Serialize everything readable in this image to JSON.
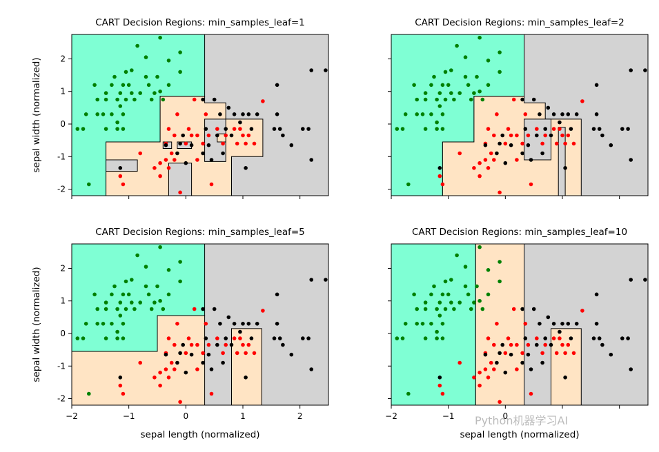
{
  "colors": {
    "setosa_region": "#7fffd4",
    "versicolor_region": "#ffe4c4",
    "virginica_region": "#d3d3d3",
    "setosa_point": "#008000",
    "versicolor_point": "#ff0000",
    "virginica_point": "#000000"
  },
  "watermark": "Python机器学习AI",
  "chart_data": [
    {
      "type": "scatter",
      "title": "CART Decision Regions: min_samples_leaf=1",
      "xlabel": "",
      "ylabel": "sepal width (normalized)",
      "xlim": [
        -2.0,
        2.5
      ],
      "ylim": [
        -2.2,
        2.75
      ],
      "xticks": [],
      "yticks": [
        "-2",
        "-1",
        "0",
        "1",
        "2"
      ],
      "background_region": "virginica",
      "regions": [
        {
          "class": "setosa",
          "polygon": [
            [
              -2.0,
              -2.2
            ],
            [
              -1.4,
              -2.2
            ],
            [
              -1.4,
              -0.55
            ],
            [
              -0.45,
              -0.55
            ],
            [
              -0.45,
              0.85
            ],
            [
              0.33,
              0.85
            ],
            [
              0.33,
              2.75
            ],
            [
              -2.0,
              2.75
            ]
          ]
        },
        {
          "class": "versicolor",
          "polygon": [
            [
              -1.4,
              -2.2
            ],
            [
              -1.4,
              -0.55
            ],
            [
              -0.45,
              -0.55
            ],
            [
              -0.45,
              0.85
            ],
            [
              0.33,
              0.85
            ],
            [
              0.33,
              0.65
            ],
            [
              0.7,
              0.65
            ],
            [
              0.7,
              0.15
            ],
            [
              1.35,
              0.15
            ],
            [
              1.35,
              -1.0
            ],
            [
              0.8,
              -1.0
            ],
            [
              0.8,
              -2.2
            ]
          ]
        },
        {
          "class": "virginica",
          "polygon": [
            [
              0.33,
              0.15
            ],
            [
              0.7,
              0.15
            ],
            [
              0.7,
              -1.15
            ],
            [
              0.33,
              -1.15
            ]
          ]
        },
        {
          "class": "versicolor",
          "polygon": [
            [
              0.55,
              -0.3
            ],
            [
              0.7,
              -0.3
            ],
            [
              0.7,
              -0.55
            ],
            [
              0.55,
              -0.55
            ]
          ]
        },
        {
          "class": "virginica",
          "polygon": [
            [
              -1.4,
              -1.1
            ],
            [
              -0.85,
              -1.1
            ],
            [
              -0.85,
              -1.45
            ],
            [
              -1.4,
              -1.45
            ]
          ]
        },
        {
          "class": "virginica",
          "polygon": [
            [
              -0.3,
              -1.2
            ],
            [
              0.1,
              -1.2
            ],
            [
              0.1,
              -2.2
            ],
            [
              -0.3,
              -2.2
            ]
          ]
        },
        {
          "class": "virginica",
          "polygon": [
            [
              -0.4,
              -0.55
            ],
            [
              -0.25,
              -0.55
            ],
            [
              -0.25,
              -0.75
            ],
            [
              -0.4,
              -0.75
            ]
          ]
        },
        {
          "class": "virginica",
          "polygon": [
            [
              -0.15,
              -0.55
            ],
            [
              0.1,
              -0.55
            ],
            [
              0.1,
              -0.75
            ],
            [
              -0.15,
              -0.75
            ]
          ]
        }
      ],
      "points": "shared"
    },
    {
      "type": "scatter",
      "title": "CART Decision Regions: min_samples_leaf=2",
      "xlabel": "",
      "ylabel": "",
      "xlim": [
        -2.0,
        2.5
      ],
      "ylim": [
        -2.2,
        2.75
      ],
      "xticks": [],
      "yticks": [],
      "background_region": "virginica",
      "regions": [
        {
          "class": "setosa",
          "polygon": [
            [
              -2.0,
              -2.2
            ],
            [
              -1.1,
              -2.2
            ],
            [
              -1.1,
              -0.55
            ],
            [
              -0.55,
              -0.55
            ],
            [
              -0.55,
              0.85
            ],
            [
              0.33,
              0.85
            ],
            [
              0.33,
              2.75
            ],
            [
              -2.0,
              2.75
            ]
          ]
        },
        {
          "class": "versicolor",
          "polygon": [
            [
              -1.1,
              -2.2
            ],
            [
              -1.1,
              -0.55
            ],
            [
              -0.55,
              -0.55
            ],
            [
              -0.55,
              0.85
            ],
            [
              0.33,
              0.85
            ],
            [
              0.33,
              0.65
            ],
            [
              0.7,
              0.65
            ],
            [
              0.7,
              0.15
            ],
            [
              1.33,
              0.15
            ],
            [
              1.33,
              -2.2
            ]
          ]
        },
        {
          "class": "virginica",
          "polygon": [
            [
              0.33,
              0.15
            ],
            [
              0.8,
              0.15
            ],
            [
              0.8,
              -1.1
            ],
            [
              0.33,
              -1.1
            ]
          ]
        },
        {
          "class": "virginica",
          "polygon": [
            [
              0.93,
              -0.1
            ],
            [
              1.05,
              -0.1
            ],
            [
              1.05,
              -2.2
            ],
            [
              0.93,
              -2.2
            ]
          ]
        }
      ],
      "points": "shared"
    },
    {
      "type": "scatter",
      "title": "CART Decision Regions: min_samples_leaf=5",
      "xlabel": "sepal length (normalized)",
      "ylabel": "sepal width (normalized)",
      "xlim": [
        -2.0,
        2.5
      ],
      "ylim": [
        -2.2,
        2.75
      ],
      "xticks": [
        "−2",
        "−1",
        "0",
        "1",
        "2"
      ],
      "yticks": [
        "-2",
        "-1",
        "0",
        "1",
        "2"
      ],
      "background_region": "virginica",
      "regions": [
        {
          "class": "setosa",
          "polygon": [
            [
              -2.0,
              -0.55
            ],
            [
              -0.5,
              -0.55
            ],
            [
              -0.5,
              0.55
            ],
            [
              0.33,
              0.55
            ],
            [
              0.33,
              2.75
            ],
            [
              -2.0,
              2.75
            ]
          ]
        },
        {
          "class": "versicolor",
          "polygon": [
            [
              -2.0,
              -2.2
            ],
            [
              -2.0,
              -0.55
            ],
            [
              -0.5,
              -0.55
            ],
            [
              -0.5,
              0.55
            ],
            [
              0.33,
              0.55
            ],
            [
              0.33,
              -2.2
            ]
          ]
        },
        {
          "class": "versicolor",
          "polygon": [
            [
              0.8,
              0.15
            ],
            [
              1.33,
              0.15
            ],
            [
              1.33,
              -2.2
            ],
            [
              0.8,
              -2.2
            ]
          ]
        }
      ],
      "points": "shared"
    },
    {
      "type": "scatter",
      "title": "CART Decision Regions: min_samples_leaf=10",
      "xlabel": "sepal length (normalized)",
      "ylabel": "",
      "xlim": [
        -2.0,
        2.5
      ],
      "ylim": [
        -2.2,
        2.75
      ],
      "xticks": [
        "−2",
        "−1",
        "0",
        "",
        ""
      ],
      "yticks": [],
      "background_region": "virginica",
      "regions": [
        {
          "class": "setosa",
          "polygon": [
            [
              -2.0,
              -2.2
            ],
            [
              -0.52,
              -2.2
            ],
            [
              -0.52,
              2.75
            ],
            [
              -2.0,
              2.75
            ]
          ]
        },
        {
          "class": "versicolor",
          "polygon": [
            [
              -0.52,
              -2.2
            ],
            [
              0.33,
              -2.2
            ],
            [
              0.33,
              2.75
            ],
            [
              -0.52,
              2.75
            ]
          ]
        },
        {
          "class": "versicolor",
          "polygon": [
            [
              0.8,
              0.15
            ],
            [
              1.33,
              0.15
            ],
            [
              1.33,
              -2.2
            ],
            [
              0.8,
              -2.2
            ]
          ]
        }
      ],
      "points": "shared"
    }
  ],
  "points": {
    "setosa": [
      [
        -1.9,
        -0.15
      ],
      [
        -1.8,
        -0.15
      ],
      [
        -1.75,
        0.3
      ],
      [
        -1.7,
        -1.85
      ],
      [
        -1.6,
        1.2
      ],
      [
        -1.55,
        0.75
      ],
      [
        -1.55,
        0.3
      ],
      [
        -1.45,
        0.3
      ],
      [
        -1.4,
        -0.15
      ],
      [
        -1.4,
        0.75
      ],
      [
        -1.4,
        0.95
      ],
      [
        -1.3,
        1.2
      ],
      [
        -1.3,
        0.3
      ],
      [
        -1.25,
        1.45
      ],
      [
        -1.2,
        0.75
      ],
      [
        -1.2,
        0.05
      ],
      [
        -1.2,
        -0.15
      ],
      [
        -1.15,
        0.95
      ],
      [
        -1.15,
        0.55
      ],
      [
        -1.1,
        1.2
      ],
      [
        -1.1,
        0.3
      ],
      [
        -1.1,
        -0.15
      ],
      [
        -1.05,
        1.6
      ],
      [
        -1.05,
        0.75
      ],
      [
        -1.0,
        1.2
      ],
      [
        -0.95,
        0.95
      ],
      [
        -0.95,
        1.65
      ],
      [
        -0.9,
        0.75
      ],
      [
        -0.85,
        2.4
      ],
      [
        -0.8,
        0.95
      ],
      [
        -0.7,
        1.45
      ],
      [
        -0.7,
        2.05
      ],
      [
        -0.65,
        1.2
      ],
      [
        -0.6,
        0.75
      ],
      [
        -0.55,
        0.95
      ],
      [
        -0.5,
        1.45
      ],
      [
        -0.45,
        2.65
      ],
      [
        -0.45,
        1.0
      ],
      [
        -0.4,
        0.75
      ],
      [
        -0.3,
        1.2
      ],
      [
        -0.3,
        1.95
      ],
      [
        -0.1,
        1.6
      ],
      [
        -0.1,
        2.2
      ]
    ],
    "versicolor": [
      [
        -1.15,
        -1.6
      ],
      [
        -1.1,
        -1.85
      ],
      [
        -0.8,
        -0.9
      ],
      [
        -0.55,
        -1.35
      ],
      [
        -0.45,
        -1.2
      ],
      [
        -0.45,
        -1.6
      ],
      [
        -0.35,
        -0.6
      ],
      [
        -0.35,
        -1.1
      ],
      [
        -0.3,
        -1.35
      ],
      [
        -0.3,
        -0.15
      ],
      [
        -0.25,
        -0.9
      ],
      [
        -0.2,
        -1.1
      ],
      [
        -0.2,
        -0.35
      ],
      [
        -0.15,
        0.3
      ],
      [
        -0.1,
        -2.1
      ],
      [
        0.0,
        -0.6
      ],
      [
        0.05,
        -0.15
      ],
      [
        0.1,
        -0.35
      ],
      [
        0.15,
        0.75
      ],
      [
        0.2,
        -1.1
      ],
      [
        0.2,
        -0.35
      ],
      [
        0.3,
        -0.6
      ],
      [
        0.35,
        0.3
      ],
      [
        0.4,
        -0.35
      ],
      [
        0.45,
        -1.85
      ],
      [
        0.55,
        -0.15
      ],
      [
        0.65,
        -0.6
      ],
      [
        0.7,
        -0.35
      ],
      [
        0.85,
        -0.15
      ],
      [
        0.9,
        -0.6
      ],
      [
        0.95,
        -0.15
      ],
      [
        1.0,
        -0.35
      ],
      [
        1.05,
        -0.6
      ],
      [
        1.1,
        -0.35
      ],
      [
        1.2,
        -0.6
      ],
      [
        1.35,
        0.7
      ]
    ],
    "virginica": [
      [
        -1.15,
        -1.35
      ],
      [
        -0.35,
        -0.65
      ],
      [
        -0.15,
        -0.9
      ],
      [
        -0.1,
        -0.6
      ],
      [
        -0.05,
        -0.35
      ],
      [
        0.0,
        -1.2
      ],
      [
        0.1,
        -0.65
      ],
      [
        0.3,
        0.75
      ],
      [
        0.3,
        -0.9
      ],
      [
        0.35,
        -0.15
      ],
      [
        0.4,
        -0.65
      ],
      [
        0.45,
        -1.1
      ],
      [
        0.5,
        0.75
      ],
      [
        0.55,
        -0.35
      ],
      [
        0.6,
        0.3
      ],
      [
        0.65,
        -0.9
      ],
      [
        0.7,
        -0.15
      ],
      [
        0.75,
        0.5
      ],
      [
        0.8,
        -0.35
      ],
      [
        0.85,
        0.3
      ],
      [
        0.95,
        0.05
      ],
      [
        1.0,
        0.3
      ],
      [
        1.05,
        -1.35
      ],
      [
        1.1,
        0.3
      ],
      [
        1.15,
        -0.15
      ],
      [
        1.25,
        0.3
      ],
      [
        1.55,
        -0.15
      ],
      [
        1.6,
        1.2
      ],
      [
        1.65,
        -0.15
      ],
      [
        1.6,
        0.3
      ],
      [
        1.7,
        -0.35
      ],
      [
        1.85,
        -0.65
      ],
      [
        2.05,
        -0.15
      ],
      [
        2.15,
        -0.15
      ],
      [
        2.2,
        1.65
      ],
      [
        2.2,
        -1.1
      ],
      [
        2.45,
        1.65
      ]
    ]
  }
}
